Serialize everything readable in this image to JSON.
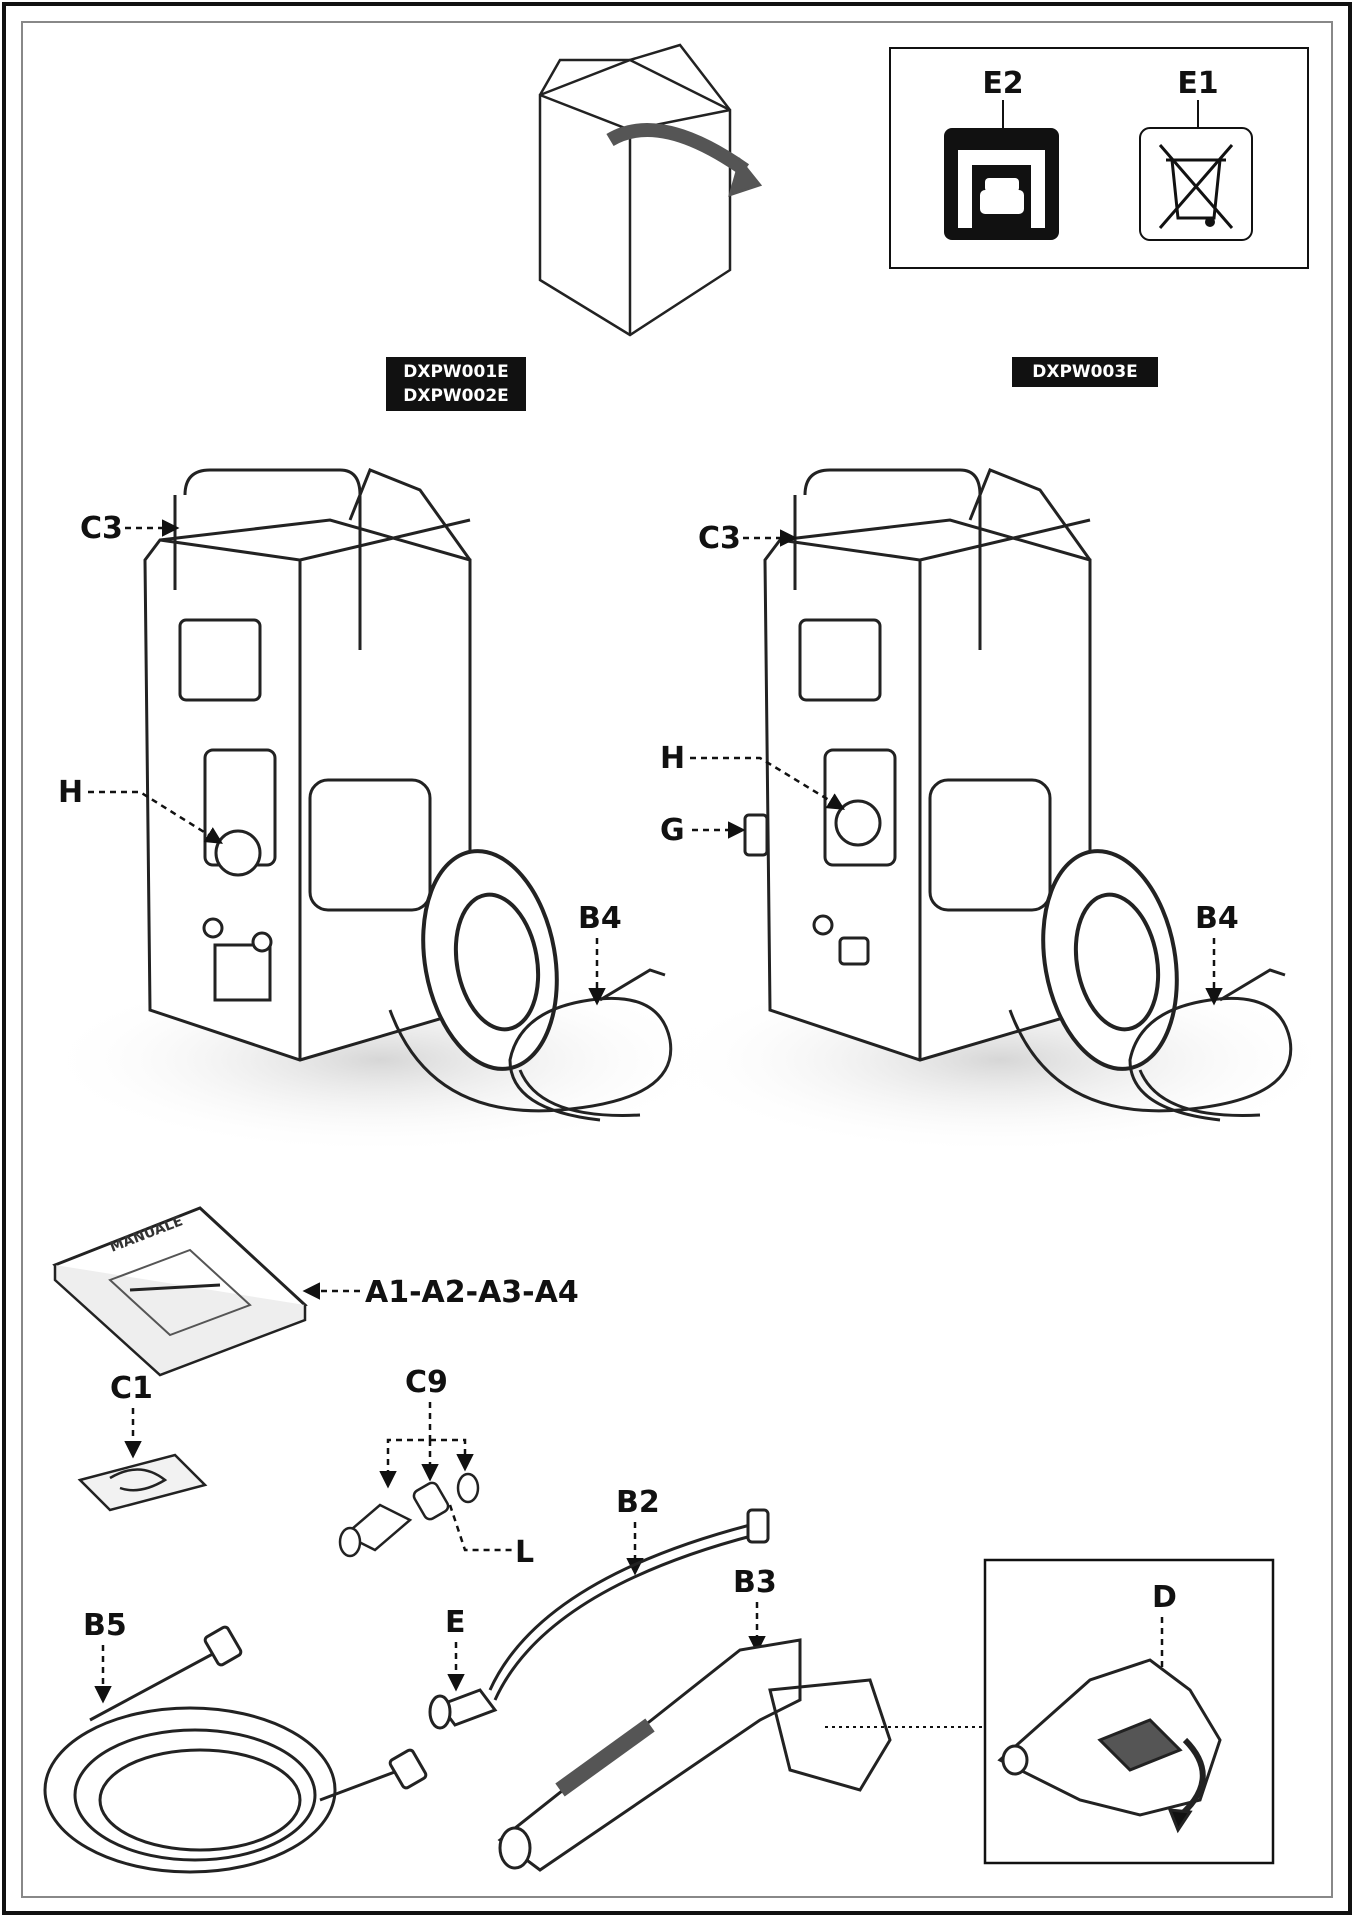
{
  "models": {
    "left": [
      "DXPW001E",
      "DXPW002E"
    ],
    "right": [
      "DXPW003E"
    ]
  },
  "icons": {
    "e2": {
      "label": "E2",
      "icon": "garage-car-icon"
    },
    "e1": {
      "label": "E1",
      "icon": "crossed-out-bin-icon"
    }
  },
  "callouts": {
    "left_c3": "C3",
    "left_h": "H",
    "left_b4": "B4",
    "right_c3": "C3",
    "right_h": "H",
    "right_g": "G",
    "right_b4": "B4",
    "manual": "A1-A2-A3-A4",
    "c1": "C1",
    "c9": "C9",
    "l": "L",
    "b2": "B2",
    "b3": "B3",
    "e": "E",
    "b5": "B5",
    "d": "D"
  },
  "manual_cover": "MANUALE"
}
